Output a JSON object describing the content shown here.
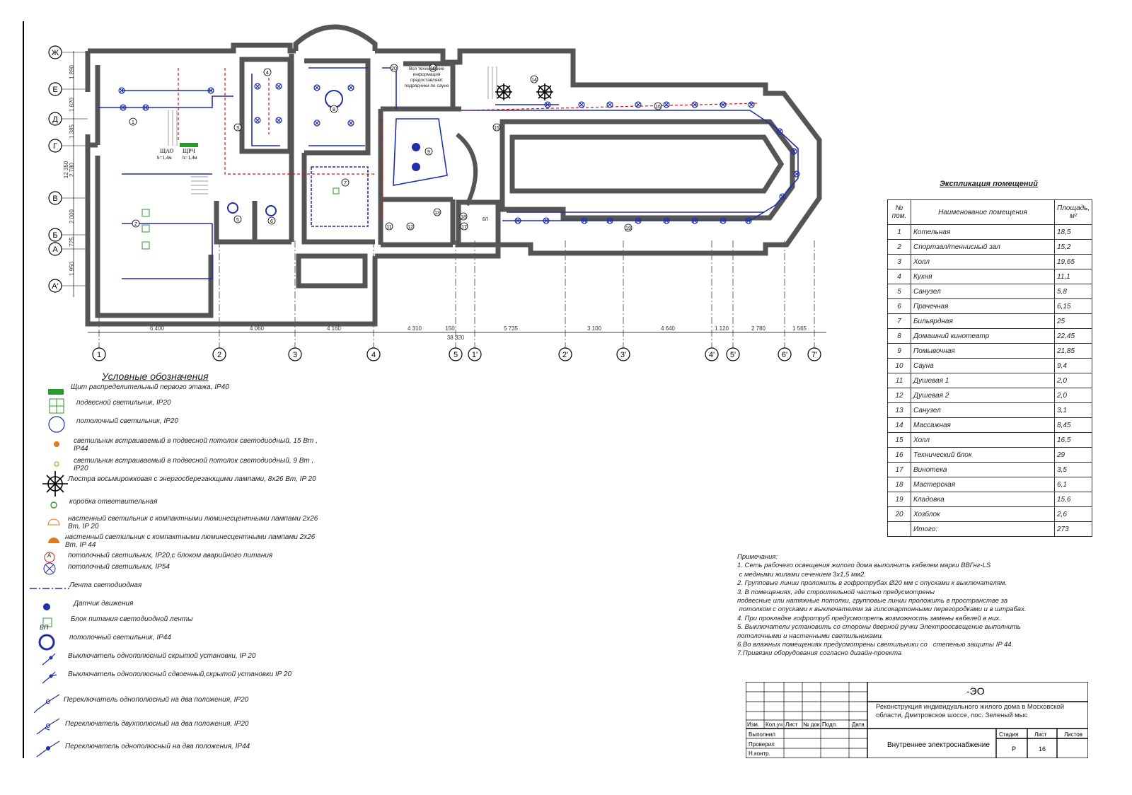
{
  "axes_letters": [
    "Ж",
    "Е",
    "Д",
    "Г",
    "В",
    "Б",
    "А",
    "А'"
  ],
  "axes_numbers": [
    "1",
    "2",
    "3",
    "4",
    "5",
    "1'",
    "2'",
    "3'",
    "4'",
    "5'",
    "6'",
    "7'"
  ],
  "dims_left": [
    "1 890",
    "1 620",
    "1 385",
    "12 350",
    "2 780",
    "2 000",
    "725",
    "1 950"
  ],
  "dims_bottom": [
    "6 400",
    "4 060",
    "4 160",
    "4 310",
    "150",
    "5 735",
    "3 100",
    "4 640",
    "1 120",
    "2 780",
    "1 565"
  ],
  "dim_total": "38 320",
  "plan_labels": {
    "shao": "ЩАО",
    "shao_h": "h=1,4м",
    "shrch": "ЩРЧ",
    "shrch_h": "h=1,4м",
    "tech_info": "Вся технические информация предоставляют подрядчики по сауне",
    "bp": "БП"
  },
  "legend": {
    "title": "Условные обозначения",
    "items": [
      "Щит распределительный первого этажа, IP40",
      "подвесной светильник, IP20",
      "потолочный светильник, IP20",
      "светильник встраиваемый в подвесной потолок светодиодный, 15 Вт , IP44",
      "светильник встраиваемый в подвесной потолок светодиодный, 9 Вт , IP20",
      "Люстра восьмирожковая с энергосберегающими лампами, 8x26 Вт, IP 20",
      "коробка ответвительная",
      "настенный светильник с компактными люминесцентными лампами 2x26 Вт, IP 20",
      "настенный светильник с компактными люминесцентными лампами 2x26 Вт, IP 44",
      "потолочный светильник, IP20,с блоком аварийного питания",
      "потолочный светильник, IP54",
      "Лента светодиодная",
      "Датчик движения",
      "Блок питания светодиодной ленты",
      "потолочный светильник, IP44",
      "Выключатель однополюсный скрытой установки, IP 20",
      "Выключатель однополюсный сдвоенный,скрытой установки IP 20",
      "Переключатель однополюсный на два положения, IP20",
      "Переключатель двухполюсный на два положения, IP20",
      "Переключатель однополюсный на два положения, IP44"
    ],
    "bp_label": "БП",
    "a_label": "A"
  },
  "explication": {
    "title": "Экспликация помещений",
    "head_num": "№ пом.",
    "head_name": "Наименование помещения",
    "head_area": "Площадь, м²",
    "rows": [
      {
        "n": "1",
        "name": "Котельная",
        "area": "18,5"
      },
      {
        "n": "2",
        "name": "Спортзал/теннисный зал",
        "area": "15,2"
      },
      {
        "n": "3",
        "name": "Холл",
        "area": "19,65"
      },
      {
        "n": "4",
        "name": "Кухня",
        "area": "11,1"
      },
      {
        "n": "5",
        "name": "Санузел",
        "area": "5,8"
      },
      {
        "n": "6",
        "name": "Прачечная",
        "area": "6,15"
      },
      {
        "n": "7",
        "name": "Бильярдная",
        "area": "25"
      },
      {
        "n": "8",
        "name": "Домашний кинотеатр",
        "area": "22,45"
      },
      {
        "n": "9",
        "name": "Помывочная",
        "area": "21,85"
      },
      {
        "n": "10",
        "name": "Сауна",
        "area": "9,4"
      },
      {
        "n": "11",
        "name": "Душевая 1",
        "area": "2,0"
      },
      {
        "n": "12",
        "name": "Душевая 2",
        "area": "2,0"
      },
      {
        "n": "13",
        "name": "Санузел",
        "area": "3,1"
      },
      {
        "n": "14",
        "name": "Массажная",
        "area": "8,45"
      },
      {
        "n": "15",
        "name": "Холл",
        "area": "16,5"
      },
      {
        "n": "16",
        "name": "Технический блок",
        "area": "29"
      },
      {
        "n": "17",
        "name": "Винотека",
        "area": "3,5"
      },
      {
        "n": "18",
        "name": "Мастерская",
        "area": "6,1"
      },
      {
        "n": "19",
        "name": "Кладовка",
        "area": "15,6"
      },
      {
        "n": "20",
        "name": "Хозблок",
        "area": "2,6"
      },
      {
        "n": "",
        "name": "Итого:",
        "area": "273"
      }
    ]
  },
  "notes": {
    "title": "Примечания:",
    "lines": [
      "1. Сеть рабочего освещения жилого дома выполнить кабелем марки ВВГнг-LS",
      " с медными жилами сечением 3x1,5 мм2.",
      "2. Групповые линии проложить в гофротрубах Ø20 мм с опусками к выключателям.",
      "3. В помещениях, где строительной частью предусмотрены",
      "подвесные или натяжные потолки, групповые линии проложить в пространстве за",
      " потолком с опусками к выключателям за гипсокартонными перегородками и в штрабах.",
      "4. При прокладке гофротруб предусмотреть возможность замены кабелей в них.",
      "5. Выключатели установить со стороны дверной ручки Электроосвещение выполнить",
      "потолочными и настенными светильниками.",
      "6.Во влажных помещениях предусмотрены светильники со   степенью защиты IP 44.",
      "7.Привязки оборудования согласно дизайн-проекта"
    ]
  },
  "stamp": {
    "code": "-ЭО",
    "project": "Реконструкция индивидуального жилого дома в Московской области, Дмитровское шоссе, пос. Зеленый мыс",
    "sheet_title": "Внутреннее электроснабжение",
    "cols": [
      "Изм.",
      "Кол.уч",
      "Лист",
      "№ док.",
      "Подп.",
      "Дата"
    ],
    "roles": [
      "Выполнил",
      "Проверил",
      "Н.контр."
    ],
    "stage_label": "Стадия",
    "sheet_label": "Лист",
    "sheets_label": "Листов",
    "stage": "Р",
    "sheet": "16"
  }
}
